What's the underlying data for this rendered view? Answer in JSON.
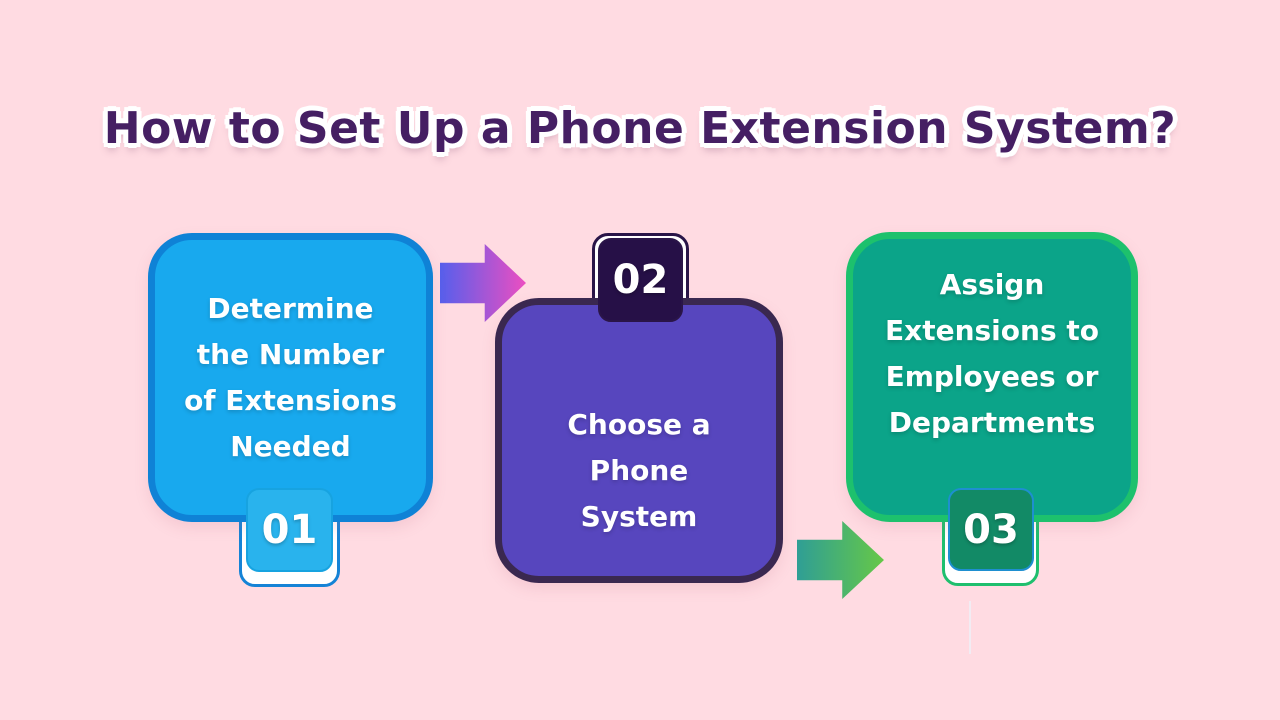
{
  "title": "How to Set Up a Phone Extension System?",
  "colors": {
    "background": "#FFDBE2",
    "title": "#451F63",
    "title_outline": "#FFFFFF",
    "card_text": "#FFFFFF"
  },
  "steps": [
    {
      "number": "01",
      "label": "Determine\nthe Number\nof Extensions\nNeeded",
      "card_fill": "#18A9EE",
      "card_border": "#0F82D6",
      "badge_fill": "#29B3ED",
      "badge_border": "#17A3E0",
      "frame_border": "#1583D6"
    },
    {
      "number": "02",
      "label": "Choose a\nPhone\nSystem",
      "card_fill": "#5746BE",
      "card_border": "#3A2850",
      "badge_fill": "#261047",
      "badge_border": "#2A1548",
      "frame_border": "#2A1548"
    },
    {
      "number": "03",
      "label": "Assign\nExtensions to\nEmployees or\nDepartments",
      "card_fill": "#0BA489",
      "card_border": "#1DC16D",
      "badge_fill": "#128A66",
      "badge_border": "#1E8FD0",
      "frame_border": "#1FBF6E"
    }
  ],
  "arrows": [
    {
      "direction": "right",
      "gradient_start": "#565FEC",
      "gradient_end": "#EC4EC1"
    },
    {
      "direction": "right",
      "gradient_start": "#2F9E95",
      "gradient_end": "#66C847"
    }
  ]
}
